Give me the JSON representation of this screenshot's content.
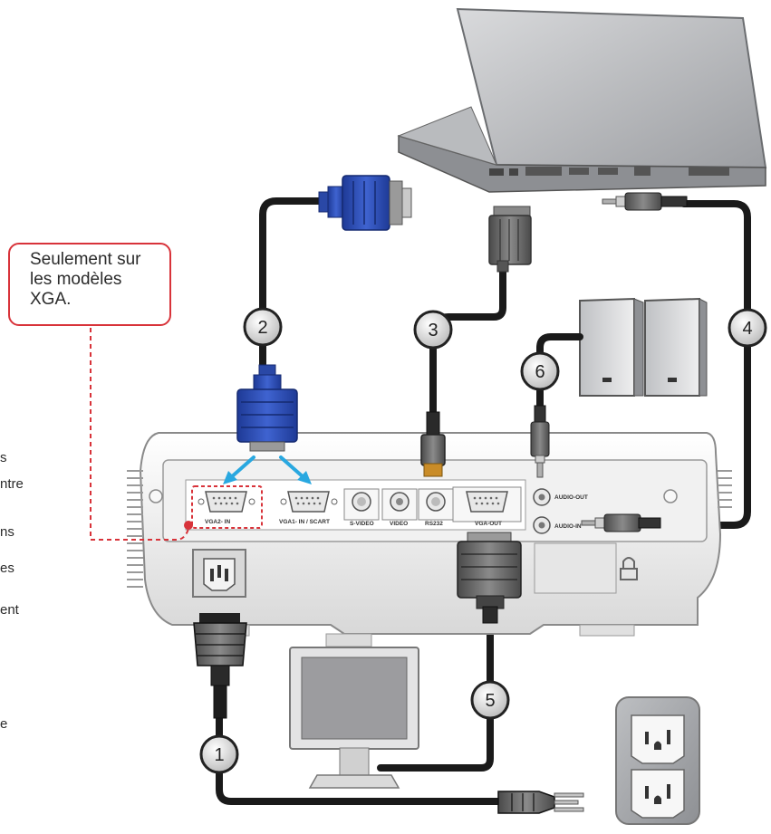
{
  "callout": {
    "line1": "Seulement sur",
    "line2": "les modèles",
    "line3": "XGA."
  },
  "left_fragments": [
    "s",
    "ntre",
    "ns",
    "es",
    "ent",
    "e"
  ],
  "ports": {
    "vga2": "VGA2- IN",
    "vga1": "VGA1- IN / SCART",
    "svideo": "S-VIDEO",
    "video": "VIDEO",
    "rs232": "RS232",
    "vgaout": "VGA-OUT",
    "audioout": "AUDIO-OUT",
    "audioin": "AUDIO-IN"
  },
  "cable_numbers": {
    "n1": "1",
    "n2": "2",
    "n3": "3",
    "n4": "4",
    "n5": "5",
    "n6": "6"
  },
  "colors": {
    "callout_border": "#d8333a",
    "arrow": "#29a8e0",
    "vga_connector": "#2b48a8",
    "cable": "#1a1a1a"
  },
  "icons": [
    "laptop-icon",
    "speaker-icon",
    "monitor-icon",
    "wall-outlet-icon",
    "power-plug-icon",
    "lock-icon"
  ]
}
